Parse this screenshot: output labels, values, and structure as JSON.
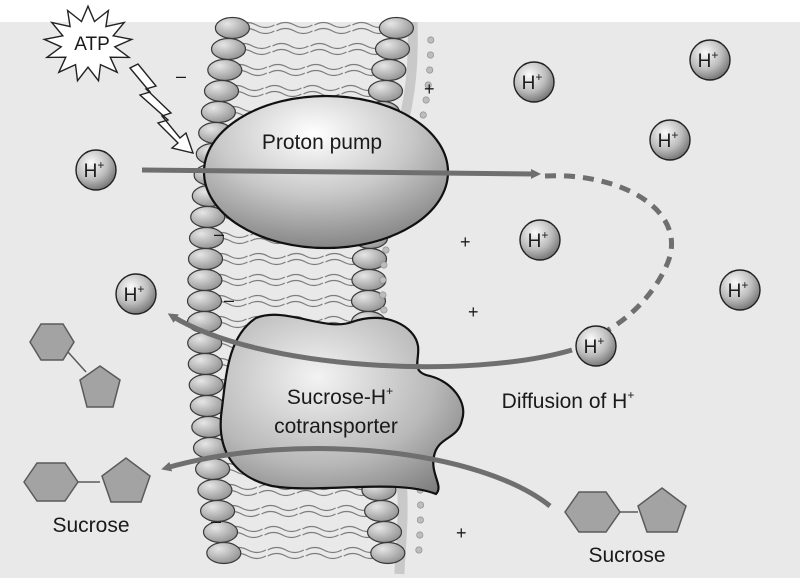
{
  "atp": {
    "label": "ATP"
  },
  "proton_pump": {
    "label": "Proton pump"
  },
  "cotransporter": {
    "line1": "Sucrose-H",
    "line1_sup": "+",
    "line2": "cotransporter"
  },
  "diffusion": {
    "label": "Diffusion of H",
    "sup": "+"
  },
  "sucrose_left": {
    "label": "Sucrose"
  },
  "sucrose_right": {
    "label": "Sucrose"
  },
  "ion": {
    "symbol": "H",
    "charge": "+"
  },
  "signs": {
    "minus": "–",
    "plus": "+"
  },
  "colors": {
    "background": "#e9e9e9",
    "arrow": "#6f6f6f",
    "membrane_head": "#a7a7a7",
    "sugar": "#a3a3a3"
  }
}
